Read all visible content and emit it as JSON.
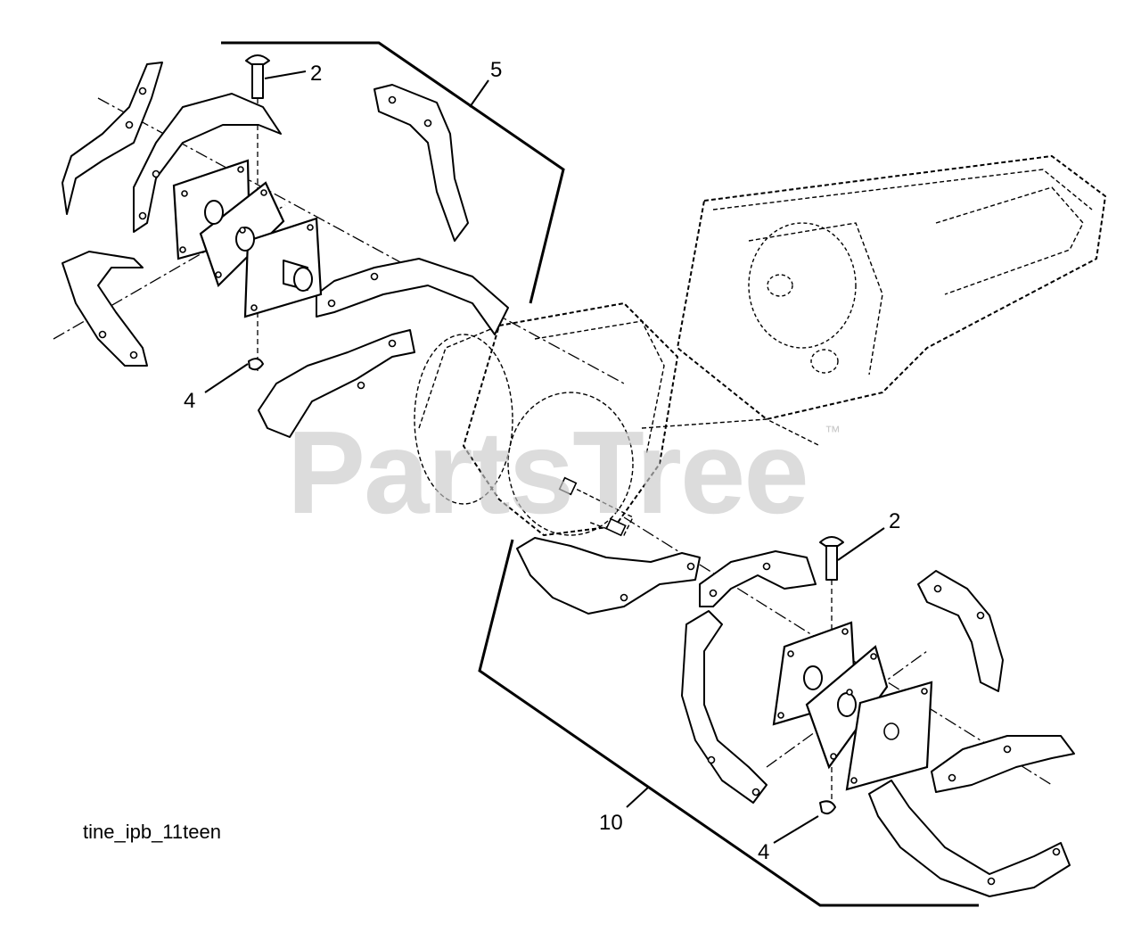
{
  "diagram": {
    "callouts": {
      "pin_top": "2",
      "tine_assembly_top": "5",
      "clip_top": "4",
      "pin_bottom": "2",
      "tine_assembly_bottom": "10",
      "clip_bottom": "4"
    },
    "caption": "tine_ipb_11teen",
    "watermark": "PartsTree",
    "watermark_tm": "™"
  }
}
